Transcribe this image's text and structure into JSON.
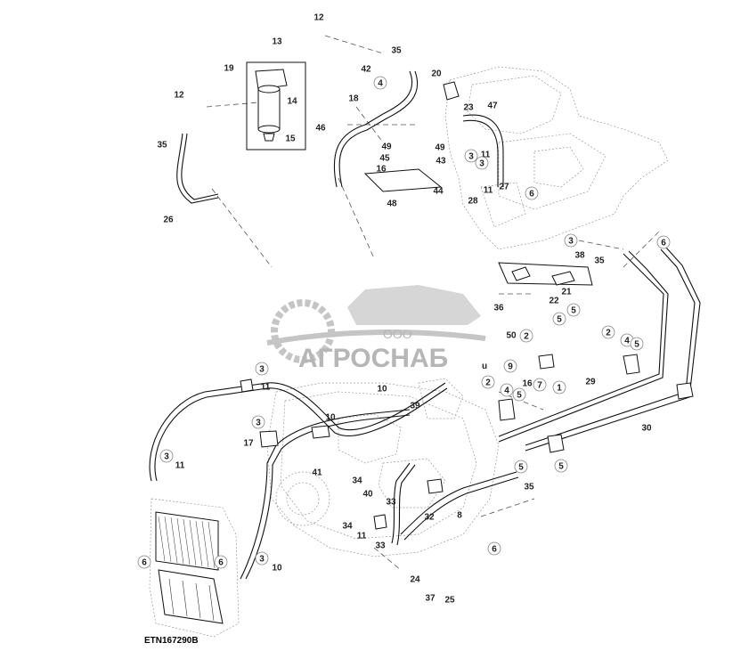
{
  "diagram": {
    "reference_code": "ETN167290B",
    "watermark": {
      "company_prefix": "ООО",
      "company_name": "АГРОСНАБ",
      "suffix": "u"
    },
    "callouts": [
      {
        "id": "12",
        "circled": false
      },
      {
        "id": "13",
        "circled": false
      },
      {
        "id": "19",
        "circled": false
      },
      {
        "id": "14",
        "circled": false
      },
      {
        "id": "15",
        "circled": false
      },
      {
        "id": "12",
        "circled": false
      },
      {
        "id": "35",
        "circled": false
      },
      {
        "id": "26",
        "circled": false
      },
      {
        "id": "35",
        "circled": false
      },
      {
        "id": "42",
        "circled": false
      },
      {
        "id": "4",
        "circled": true
      },
      {
        "id": "18",
        "circled": false
      },
      {
        "id": "46",
        "circled": false
      },
      {
        "id": "20",
        "circled": false
      },
      {
        "id": "23",
        "circled": false
      },
      {
        "id": "47",
        "circled": false
      },
      {
        "id": "49",
        "circled": false
      },
      {
        "id": "45",
        "circled": false
      },
      {
        "id": "16",
        "circled": false
      },
      {
        "id": "49",
        "circled": false
      },
      {
        "id": "43",
        "circled": false
      },
      {
        "id": "3",
        "circled": true
      },
      {
        "id": "11",
        "circled": false
      },
      {
        "id": "48",
        "circled": false
      },
      {
        "id": "44",
        "circled": false
      },
      {
        "id": "3",
        "circled": true
      },
      {
        "id": "11",
        "circled": false
      },
      {
        "id": "27",
        "circled": false
      },
      {
        "id": "28",
        "circled": false
      },
      {
        "id": "6",
        "circled": true
      },
      {
        "id": "3",
        "circled": true
      },
      {
        "id": "38",
        "circled": false
      },
      {
        "id": "35",
        "circled": false
      },
      {
        "id": "6",
        "circled": true
      },
      {
        "id": "21",
        "circled": false
      },
      {
        "id": "22",
        "circled": false
      },
      {
        "id": "36",
        "circled": false
      },
      {
        "id": "5",
        "circled": true
      },
      {
        "id": "5",
        "circled": true
      },
      {
        "id": "2",
        "circled": true
      },
      {
        "id": "50",
        "circled": false
      },
      {
        "id": "2",
        "circled": true
      },
      {
        "id": "4",
        "circled": true
      },
      {
        "id": "5",
        "circled": true
      },
      {
        "id": "9",
        "circled": true
      },
      {
        "id": "16",
        "circled": false
      },
      {
        "id": "7",
        "circled": true
      },
      {
        "id": "1",
        "circled": true
      },
      {
        "id": "29",
        "circled": false
      },
      {
        "id": "2",
        "circled": true
      },
      {
        "id": "4",
        "circled": true
      },
      {
        "id": "5",
        "circled": true
      },
      {
        "id": "5",
        "circled": true
      },
      {
        "id": "30",
        "circled": false
      },
      {
        "id": "3",
        "circled": true
      },
      {
        "id": "11",
        "circled": false
      },
      {
        "id": "10",
        "circled": false
      },
      {
        "id": "39",
        "circled": false
      },
      {
        "id": "10",
        "circled": false
      },
      {
        "id": "3",
        "circled": true
      },
      {
        "id": "17",
        "circled": false
      },
      {
        "id": "3",
        "circled": true
      },
      {
        "id": "11",
        "circled": false
      },
      {
        "id": "41",
        "circled": false
      },
      {
        "id": "34",
        "circled": false
      },
      {
        "id": "40",
        "circled": false
      },
      {
        "id": "33",
        "circled": false
      },
      {
        "id": "35",
        "circled": false
      },
      {
        "id": "32",
        "circled": false
      },
      {
        "id": "8",
        "circled": false
      },
      {
        "id": "5",
        "circled": true
      },
      {
        "id": "34",
        "circled": false
      },
      {
        "id": "11",
        "circled": false
      },
      {
        "id": "33",
        "circled": false
      },
      {
        "id": "6",
        "circled": true
      },
      {
        "id": "6",
        "circled": true
      },
      {
        "id": "3",
        "circled": true
      },
      {
        "id": "10",
        "circled": false
      },
      {
        "id": "24",
        "circled": false
      },
      {
        "id": "37",
        "circled": false
      },
      {
        "id": "25",
        "circled": false
      },
      {
        "id": "6",
        "circled": true
      }
    ]
  }
}
